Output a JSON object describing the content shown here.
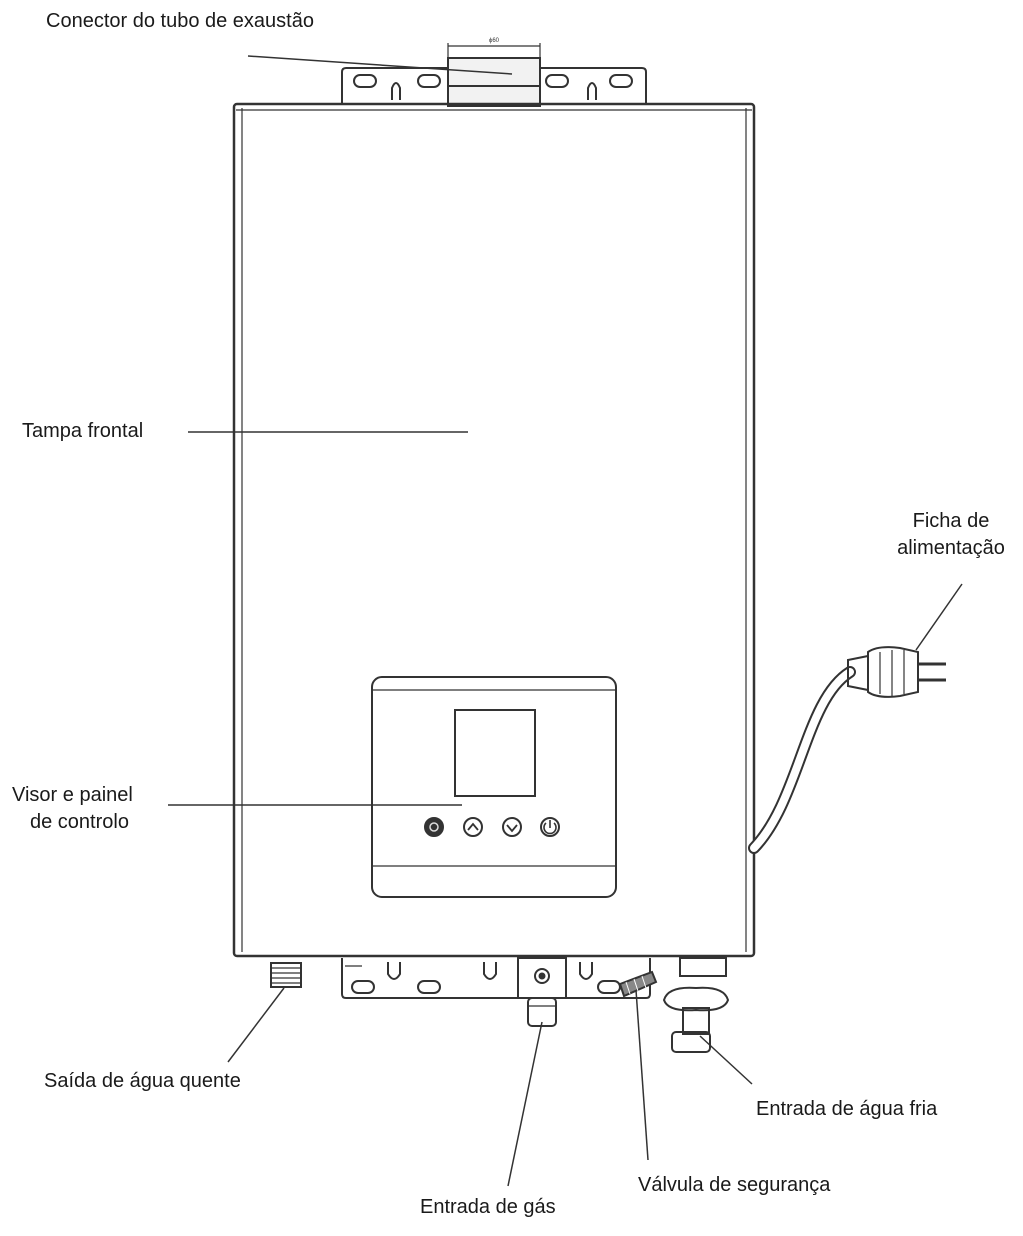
{
  "diagram": {
    "labels": {
      "exhaust_connector": "Conector do tubo de exaustão",
      "front_cover": "Tampa frontal",
      "power_plug_line1": "Ficha de",
      "power_plug_line2": "alimentação",
      "display_panel_line1": "Visor e painel",
      "display_panel_line2": "de controlo",
      "hot_water_outlet": "Saída de água quente",
      "cold_water_inlet": "Entrada de água fria",
      "safety_valve": "Válvula de segurança",
      "gas_inlet": "Entrada de gás"
    },
    "dimension_mark": "ϕ60"
  }
}
